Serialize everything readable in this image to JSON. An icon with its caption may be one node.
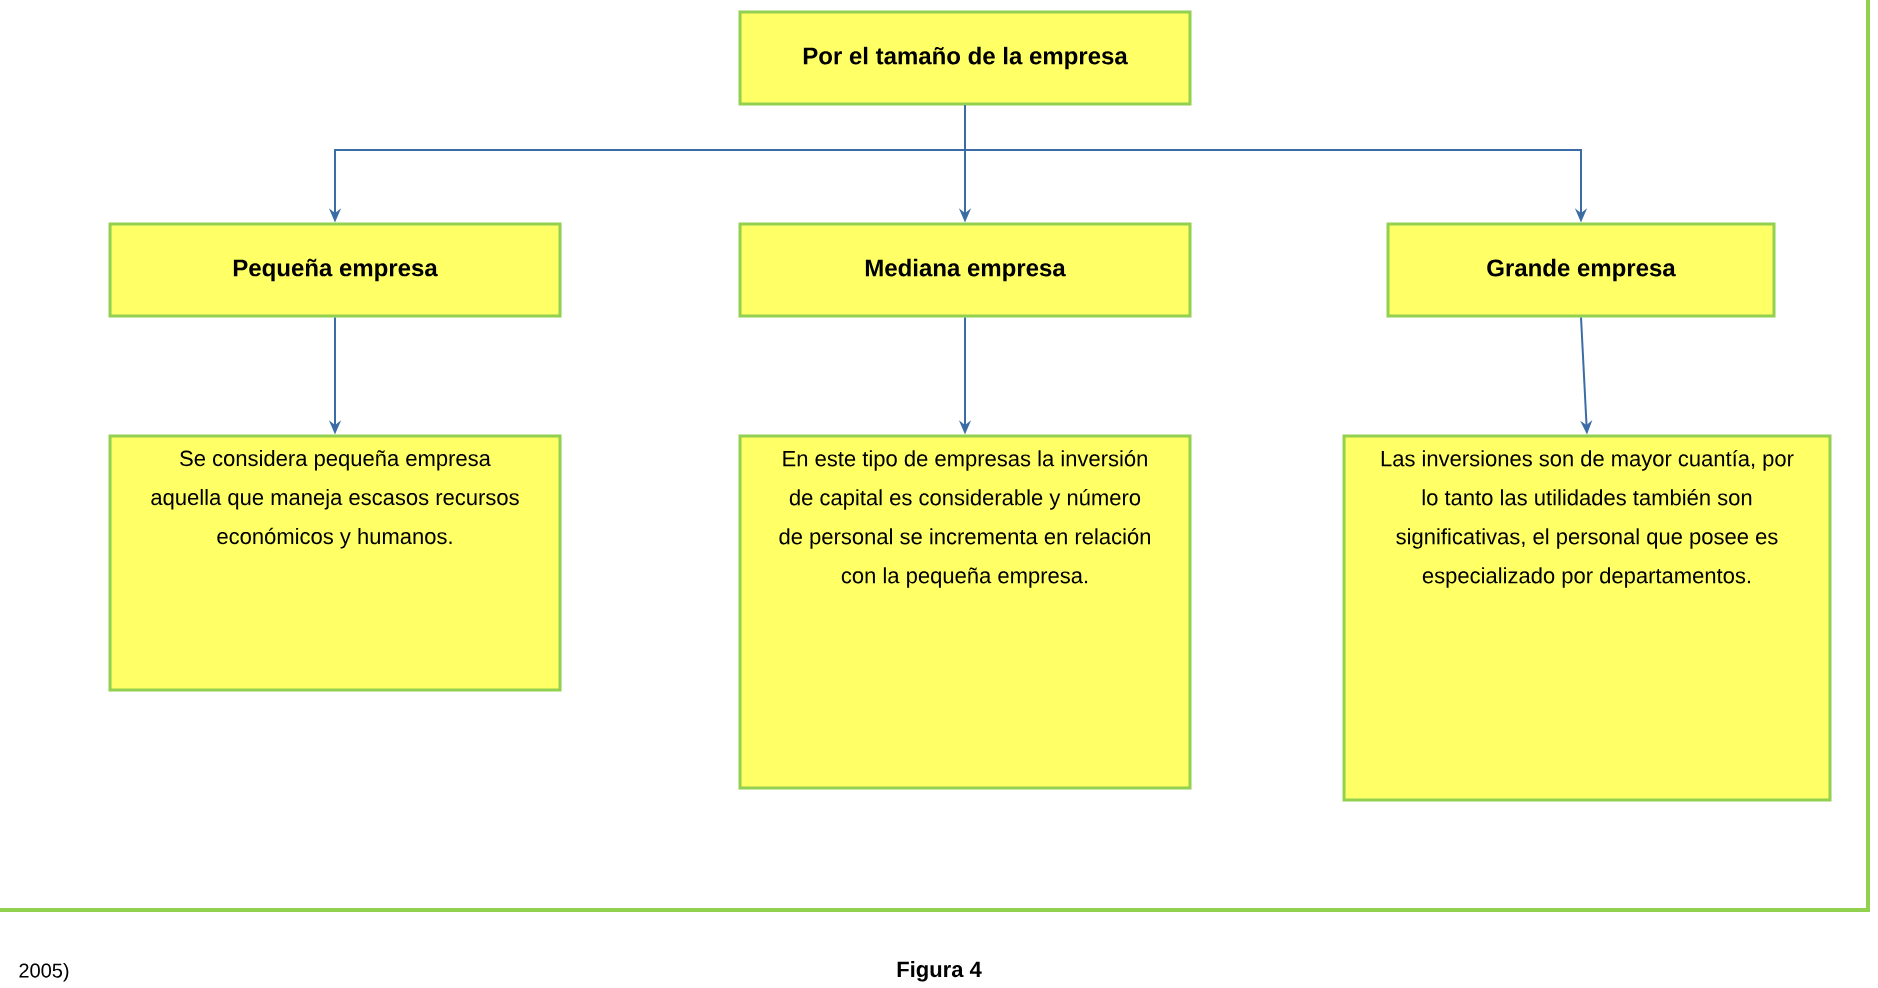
{
  "diagram": {
    "caption": "Figura 4",
    "nodes": [
      {
        "text": [
          "Por el tamaño de la empresa"
        ]
      },
      {
        "text": [
          "Pequeña empresa"
        ]
      },
      {
        "text": [
          "Mediana empresa"
        ]
      },
      {
        "text": [
          "Grande empresa"
        ]
      },
      {
        "text": [
          "Se considera pequeña empresa aquella que maneja escasos recursos económicos y humanos."
        ]
      },
      {
        "text": [
          "En este tipo de empresas la inversión de capital es considerable y número de personal se incrementa en relación con la pequeña empresa."
        ]
      },
      {
        "text": [
          "Las inversiones son de mayor cuantía, por lo tanto las utilidades también son significativas, el personal que posee es especializado por departamentos."
        ]
      }
    ],
    "edges": [
      {
        "from": 0,
        "to": 1,
        "arrow": "to"
      },
      {
        "from": 0,
        "to": 2,
        "arrow": "to"
      },
      {
        "from": 0,
        "to": 3,
        "arrow": "to"
      },
      {
        "from": 1,
        "to": 4,
        "arrow": "to"
      },
      {
        "from": 2,
        "to": 5,
        "arrow": "to"
      },
      {
        "from": 3,
        "to": 6,
        "arrow": "to"
      }
    ],
    "labels": [
      "2005)"
    ]
  }
}
